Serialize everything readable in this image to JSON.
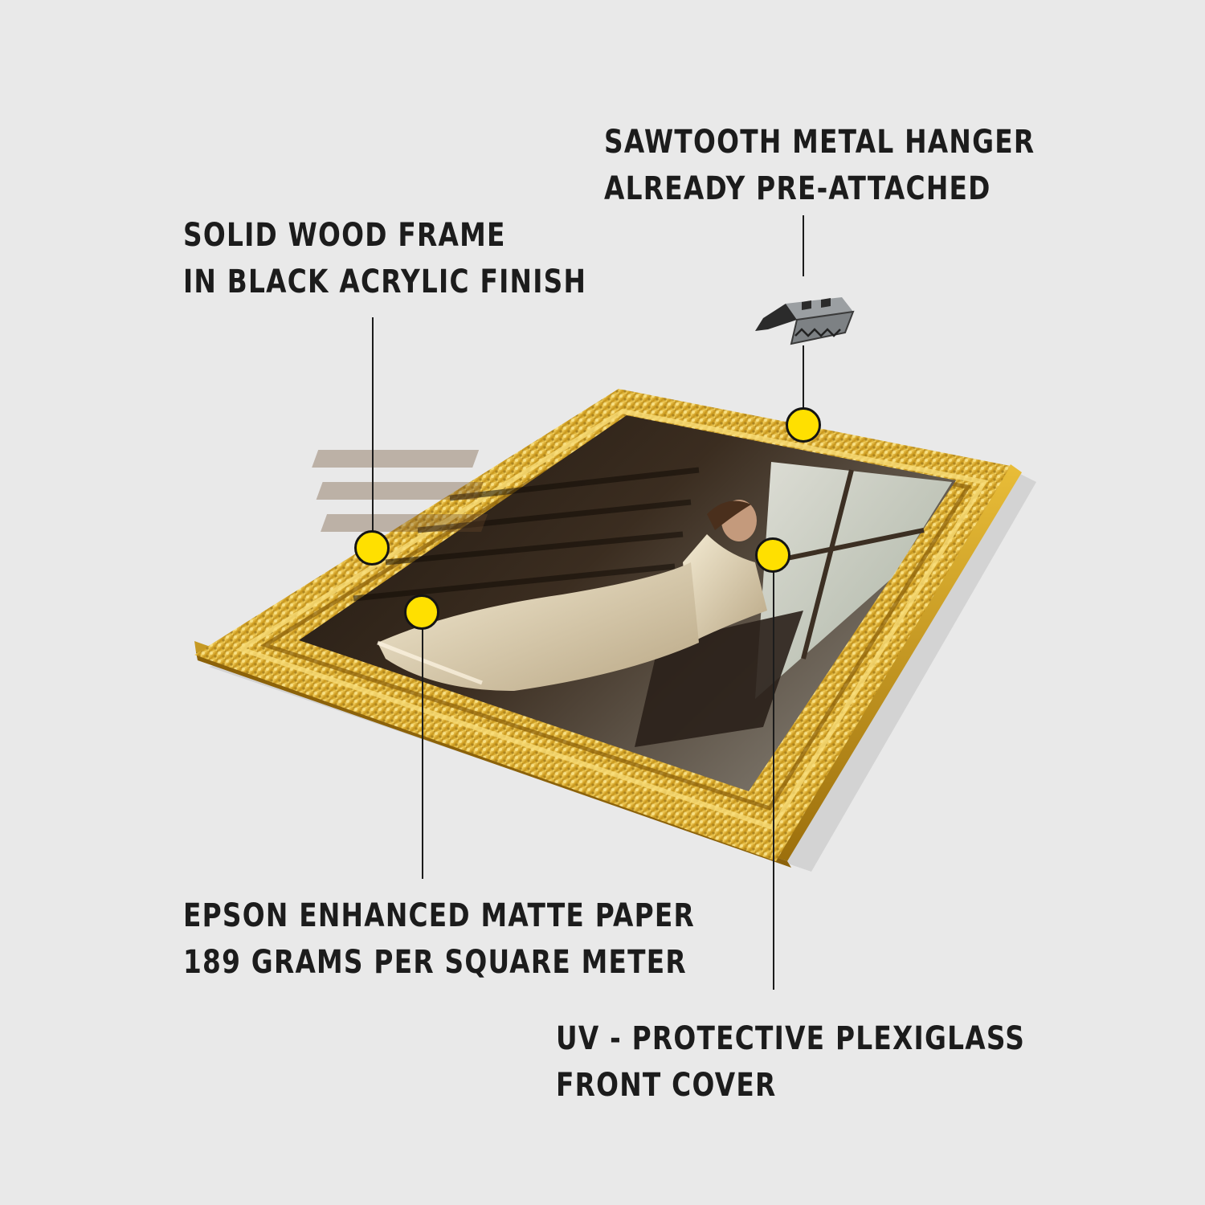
{
  "callouts": {
    "frame": {
      "line1": "SOLID WOOD FRAME",
      "line2": "IN BLACK ACRYLIC FINISH"
    },
    "hanger": {
      "line1": "SAWTOOTH METAL HANGER",
      "line2": "ALREADY PRE-ATTACHED"
    },
    "paper": {
      "line1": "EPSON ENHANCED MATTE PAPER",
      "line2": "189 GRAMS PER SQUARE METER"
    },
    "cover": {
      "line1": "UV - PROTECTIVE PLEXIGLASS",
      "line2": "FRONT COVER"
    }
  },
  "colors": {
    "background": "#e9e9e9",
    "marker": "#ffe000",
    "text": "#1c1c1c",
    "frame_gold": "#d8a91c"
  }
}
